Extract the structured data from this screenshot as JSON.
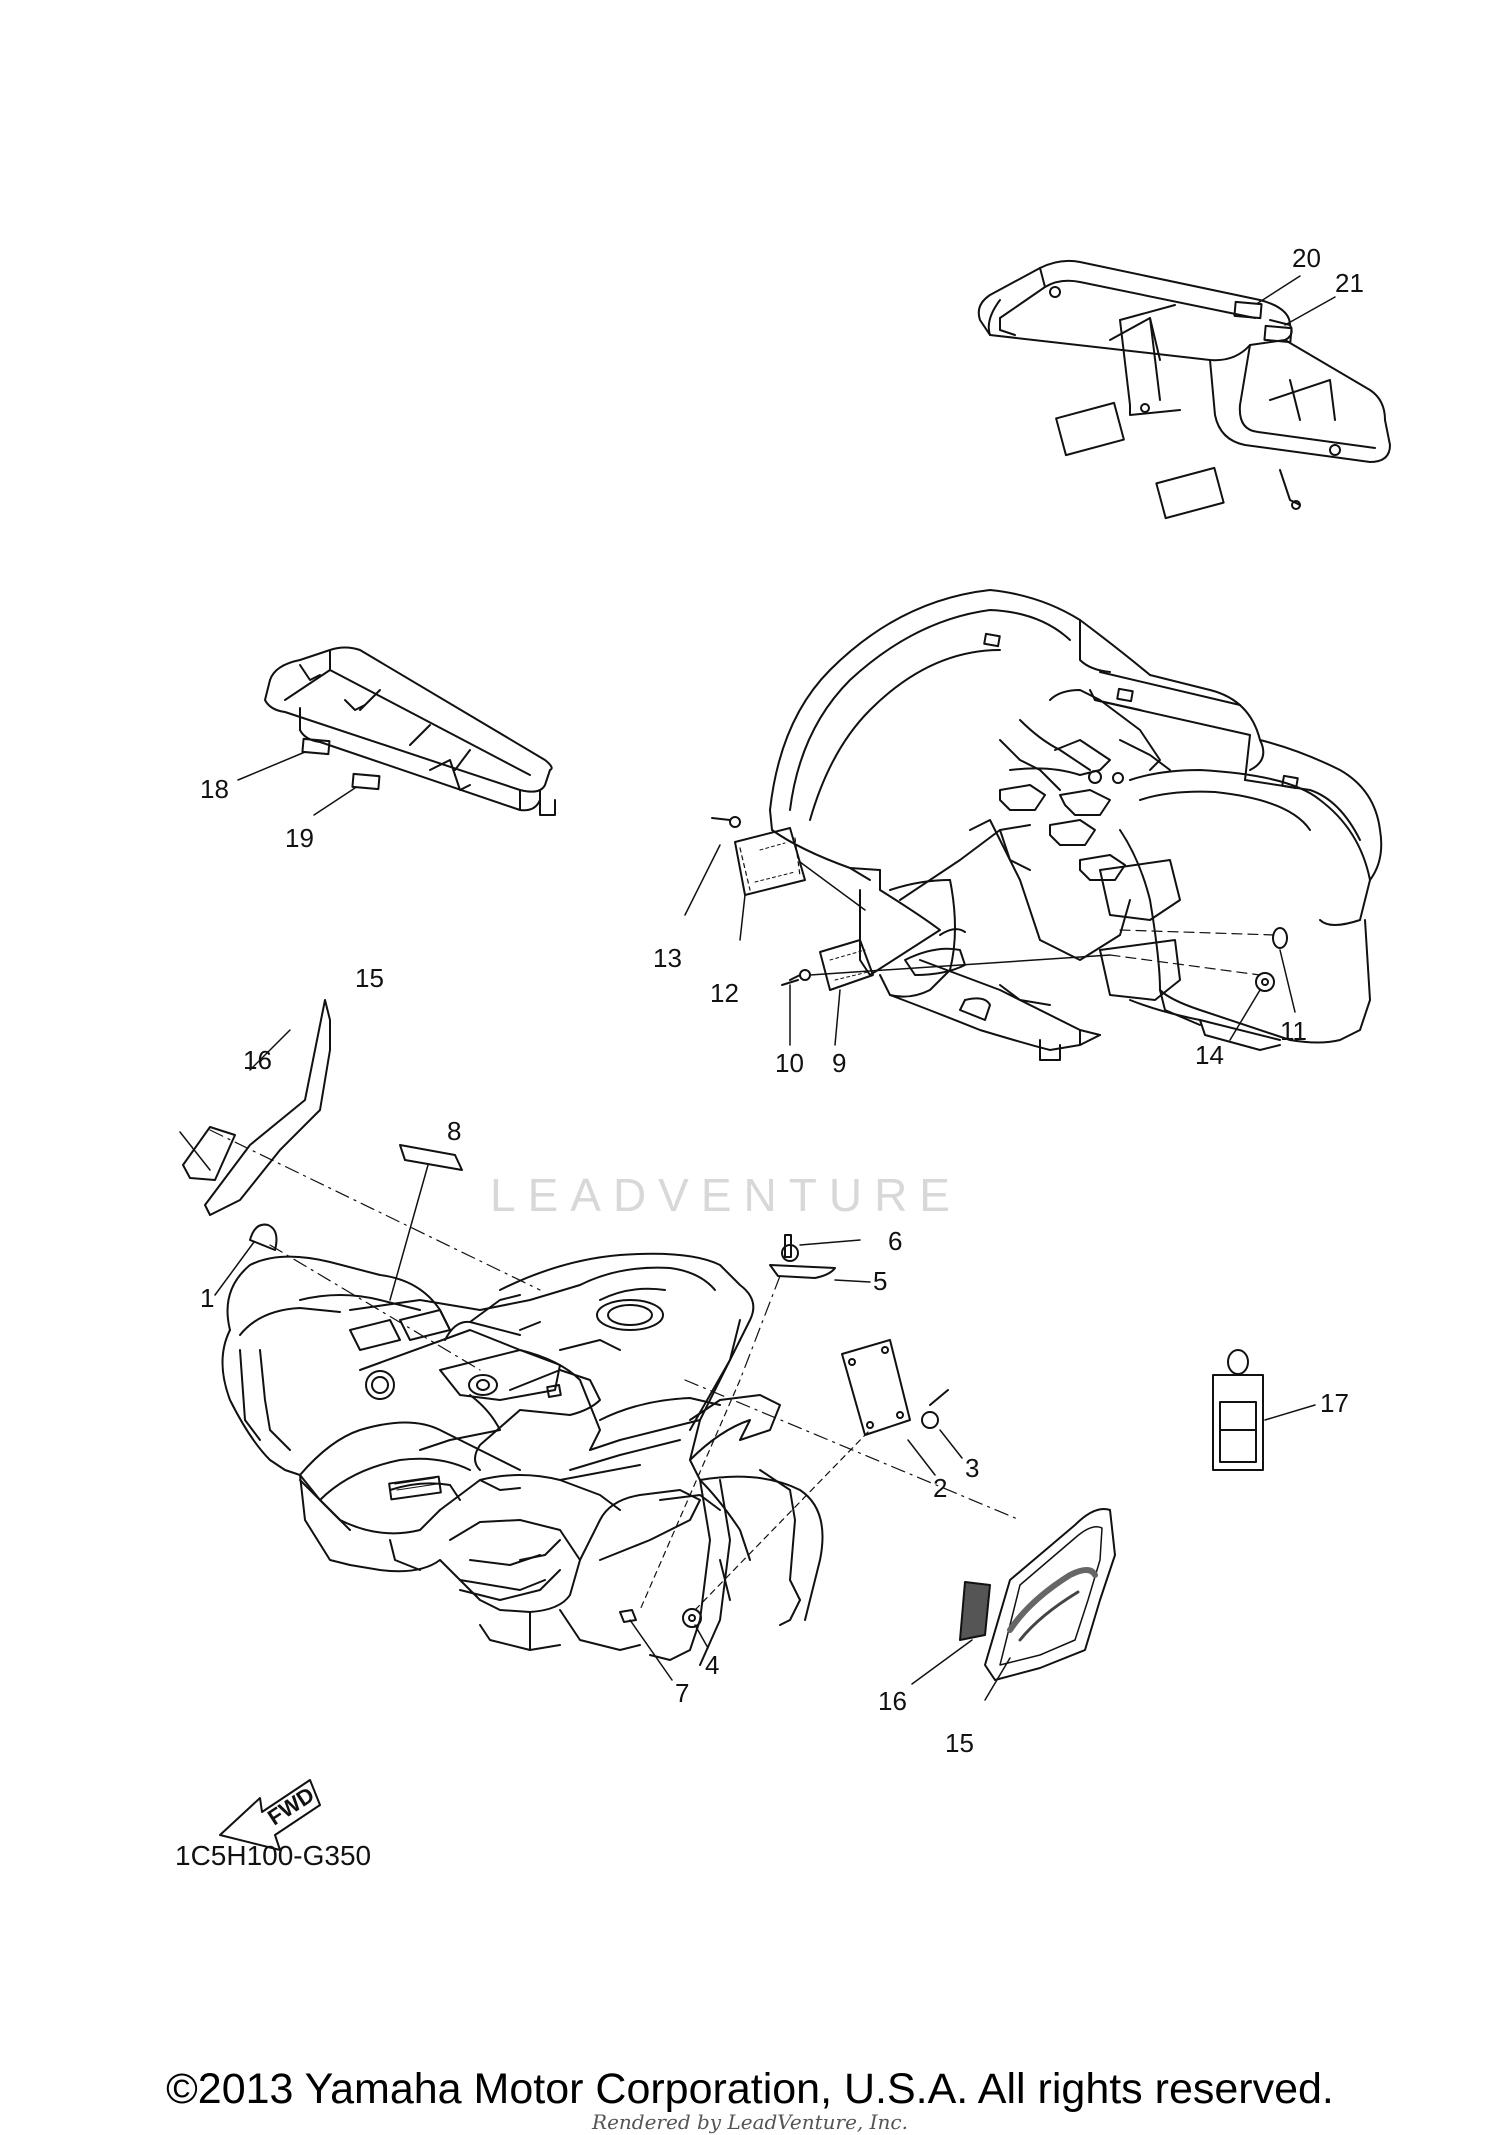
{
  "diagram": {
    "callouts": [
      "1",
      "2",
      "3",
      "4",
      "5",
      "6",
      "7",
      "8",
      "9",
      "10",
      "11",
      "12",
      "13",
      "14",
      "15",
      "16",
      "17",
      "18",
      "19",
      "20",
      "21",
      "15",
      "16"
    ],
    "watermark_text": "LEADVENTURE",
    "fwd_label": "FWD",
    "drawing_code": "1C5H100-G350",
    "copyright": "©2013 Yamaha Motor Corporation, U.S.A. All rights reserved.",
    "rendered_by": "Rendered by LeadVenture, Inc."
  }
}
